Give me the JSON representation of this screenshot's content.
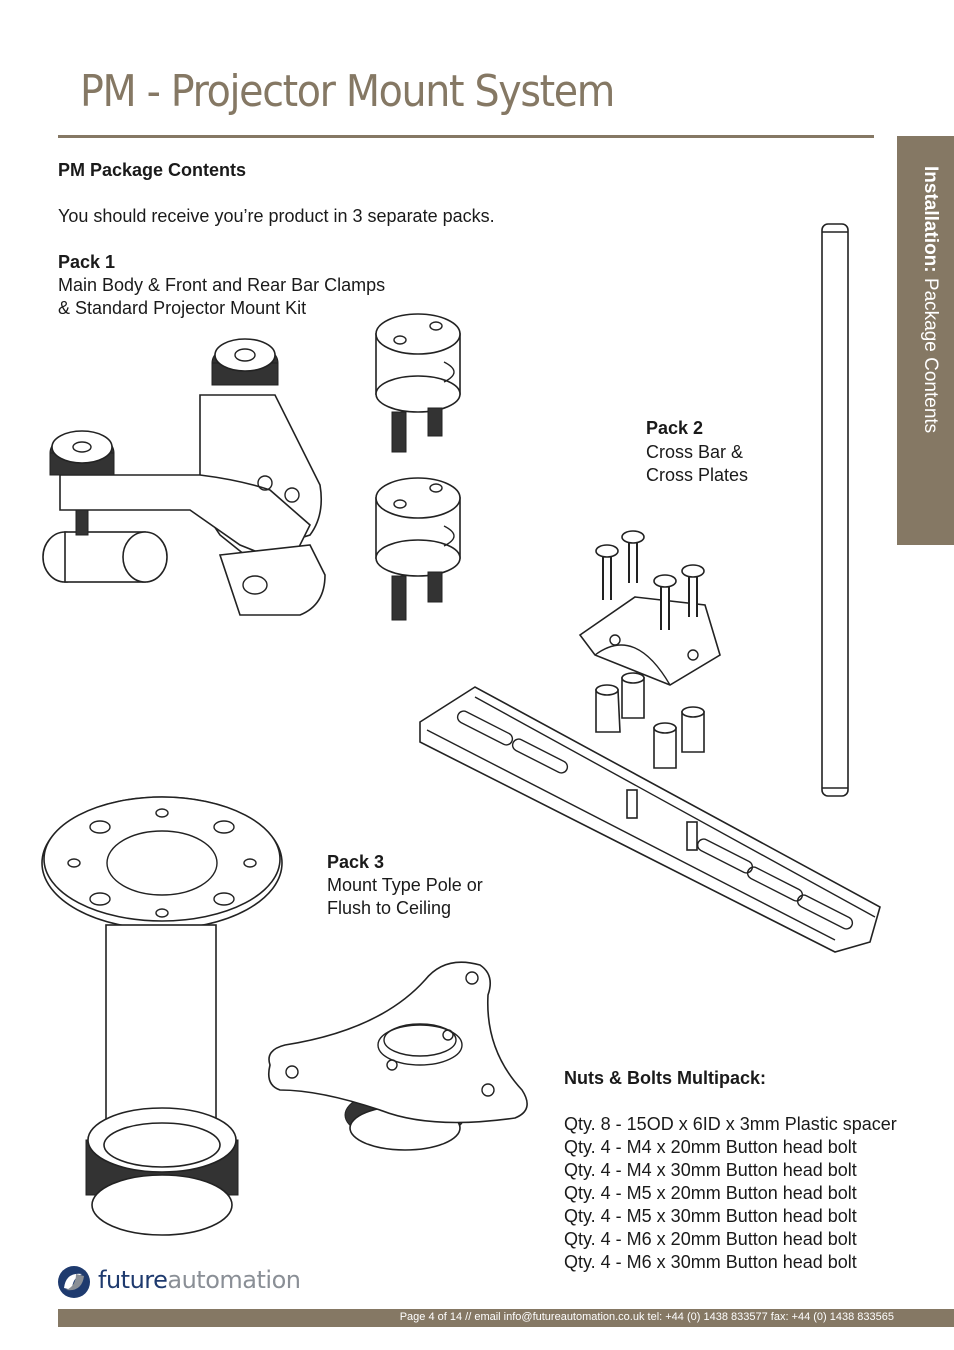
{
  "header": {
    "title": "PM - Projector Mount System"
  },
  "side_tab": {
    "bold": "Installation:",
    "normal": " Package Contents"
  },
  "section": {
    "heading": "PM Package Contents",
    "intro": "You should receive you’re product in 3 separate packs."
  },
  "pack1": {
    "title": "Pack 1",
    "line1": "Main Body & Front and Rear Bar Clamps",
    "line2": "& Standard Projector Mount Kit"
  },
  "pack2": {
    "title": "Pack 2",
    "line1": "Cross Bar &",
    "line2": "Cross Plates"
  },
  "pack3": {
    "title": "Pack 3",
    "line1": "Mount Type Pole or",
    "line2": "Flush to Ceiling"
  },
  "multipack": {
    "title": "Nuts & Bolts Multipack:",
    "items": [
      "Qty. 8 - 15OD x 6ID x 3mm Plastic spacer",
      "Qty. 4 - M4 x 20mm Button head bolt",
      "Qty. 4 - M4 x 30mm Button head bolt",
      "Qty. 4 - M5 x 20mm Button head bolt",
      "Qty. 4 - M5 x 30mm Button head bolt",
      "Qty. 4 - M6 x 20mm Button head bolt",
      "Qty. 4 - M6 x 30mm Button head bolt"
    ]
  },
  "logo": {
    "part1": "future",
    "part2": "automation",
    "icon": "swirl-logo-icon"
  },
  "footer": {
    "text": "Page 4 of 14 // email info@futureautomation.co.uk  tel: +44 (0) 1438 833577  fax: +44 (0) 1438 833565"
  },
  "colors": {
    "accent": "#857864",
    "logo_blue": "#1e3a6e",
    "logo_grey": "#8a8f96"
  }
}
